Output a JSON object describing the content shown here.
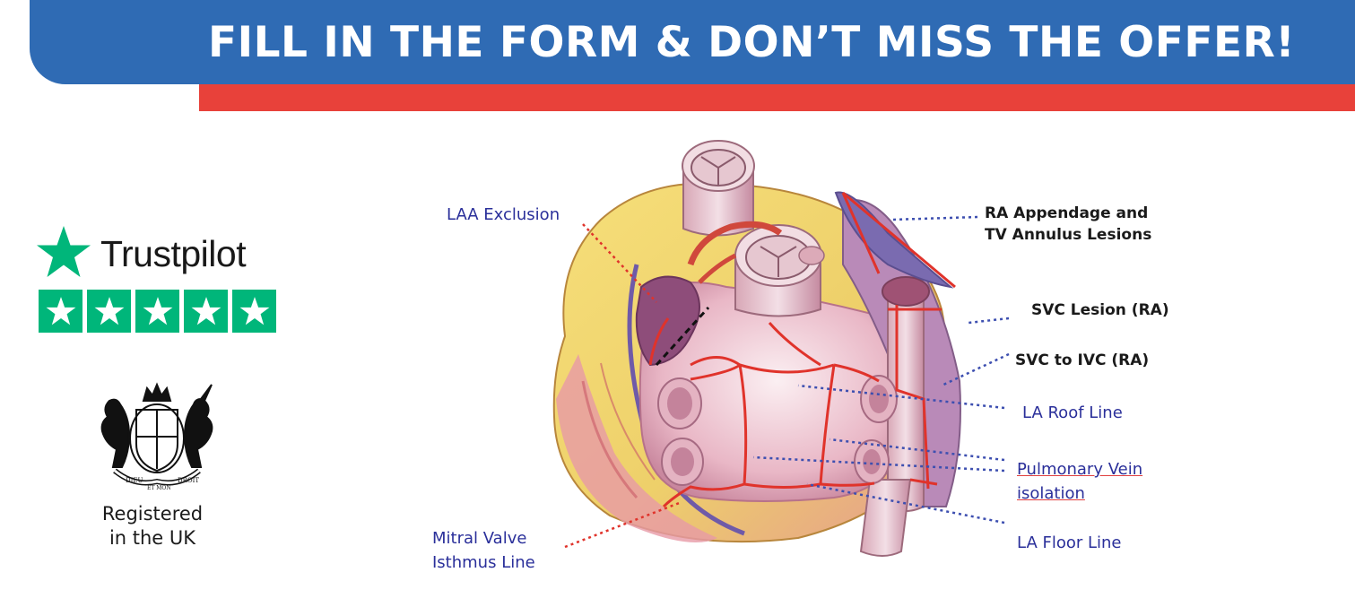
{
  "banner": {
    "title": "FILL IN THE FORM & DON’T MISS THE OFFER!"
  },
  "trustpilot": {
    "name": "Trustpilot",
    "rating_stars": 5,
    "brand_color": "#00b67a"
  },
  "registration": {
    "line1": "Registered",
    "line2": "in the UK"
  },
  "crest": {
    "motto_left": "DIEU",
    "motto_right": "DROIT",
    "motto_bottom": "ET MON"
  },
  "diagram": {
    "labels": {
      "laa_exclusion": "LAA Exclusion",
      "ra_appendage_1": "RA Appendage and",
      "ra_appendage_2": "TV Annulus Lesions",
      "svc_lesion": "SVC Lesion (RA)",
      "svc_ivc": "SVC to IVC  (RA)",
      "la_roof": "LA Roof Line",
      "pv_iso_1": "Pulmonary Vein",
      "pv_iso_2": "isolation",
      "la_floor": "LA Floor Line",
      "mitral_1": "Mitral Valve",
      "mitral_2": "Isthmus Line"
    }
  },
  "colors": {
    "banner_blue": "#2f6bb4",
    "banner_red": "#e8413a",
    "label_blue": "#2a2f9a",
    "lesion_red": "#e0332b"
  }
}
